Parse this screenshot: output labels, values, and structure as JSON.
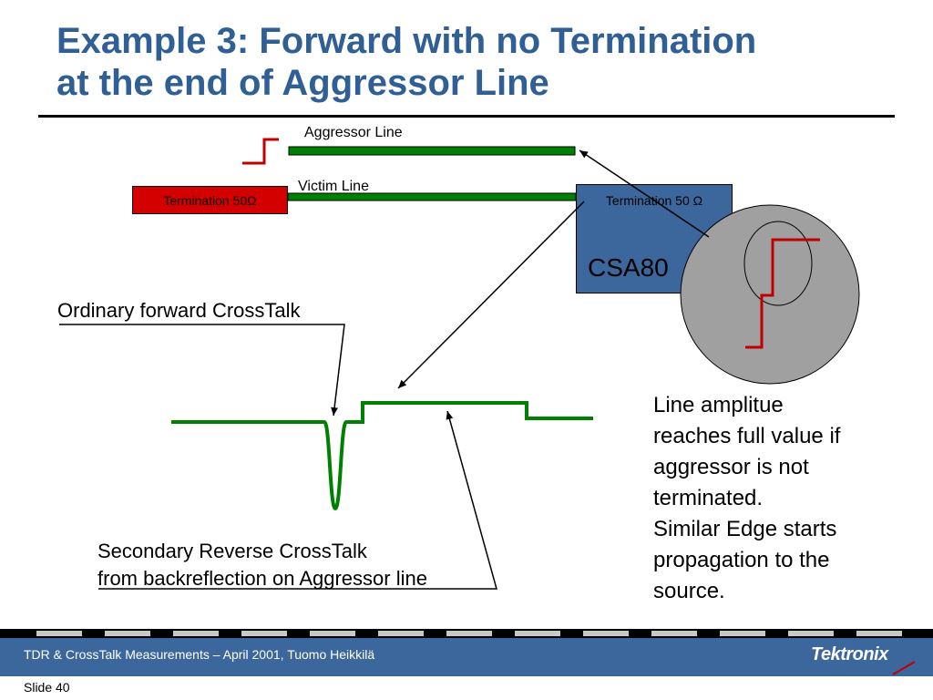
{
  "slide": {
    "title_line1": "Example 3: Forward with no Termination",
    "title_line2": "at the end of Aggressor Line"
  },
  "diagram": {
    "aggressor_label": "Aggressor Line",
    "victim_label": "Victim Line",
    "termination_left": "Termination 50Ω",
    "termination_right": "Termination 50 Ω",
    "instrument_label": "CSA80",
    "ordinary_label": "Ordinary forward CrossTalk",
    "secondary_line1": "Secondary Reverse CrossTalk",
    "secondary_line2": "from backreflection on Aggressor line",
    "explanation": [
      "Line amplitue",
      "reaches full value if",
      "aggressor is not",
      "terminated.",
      "Similar Edge starts",
      "propagation to the",
      "source."
    ],
    "colors": {
      "line": "#008000",
      "step": "#c00000",
      "termination": "#d40000",
      "instrument": "#3b679c",
      "scope": "#a0a0a0",
      "title": "#2f5f95"
    }
  },
  "footer": {
    "text": "TDR & CrossTalk Measurements – April 2001, Tuomo Heikkilä",
    "brand": "Tektronix",
    "slide_label": "Slide 40"
  }
}
